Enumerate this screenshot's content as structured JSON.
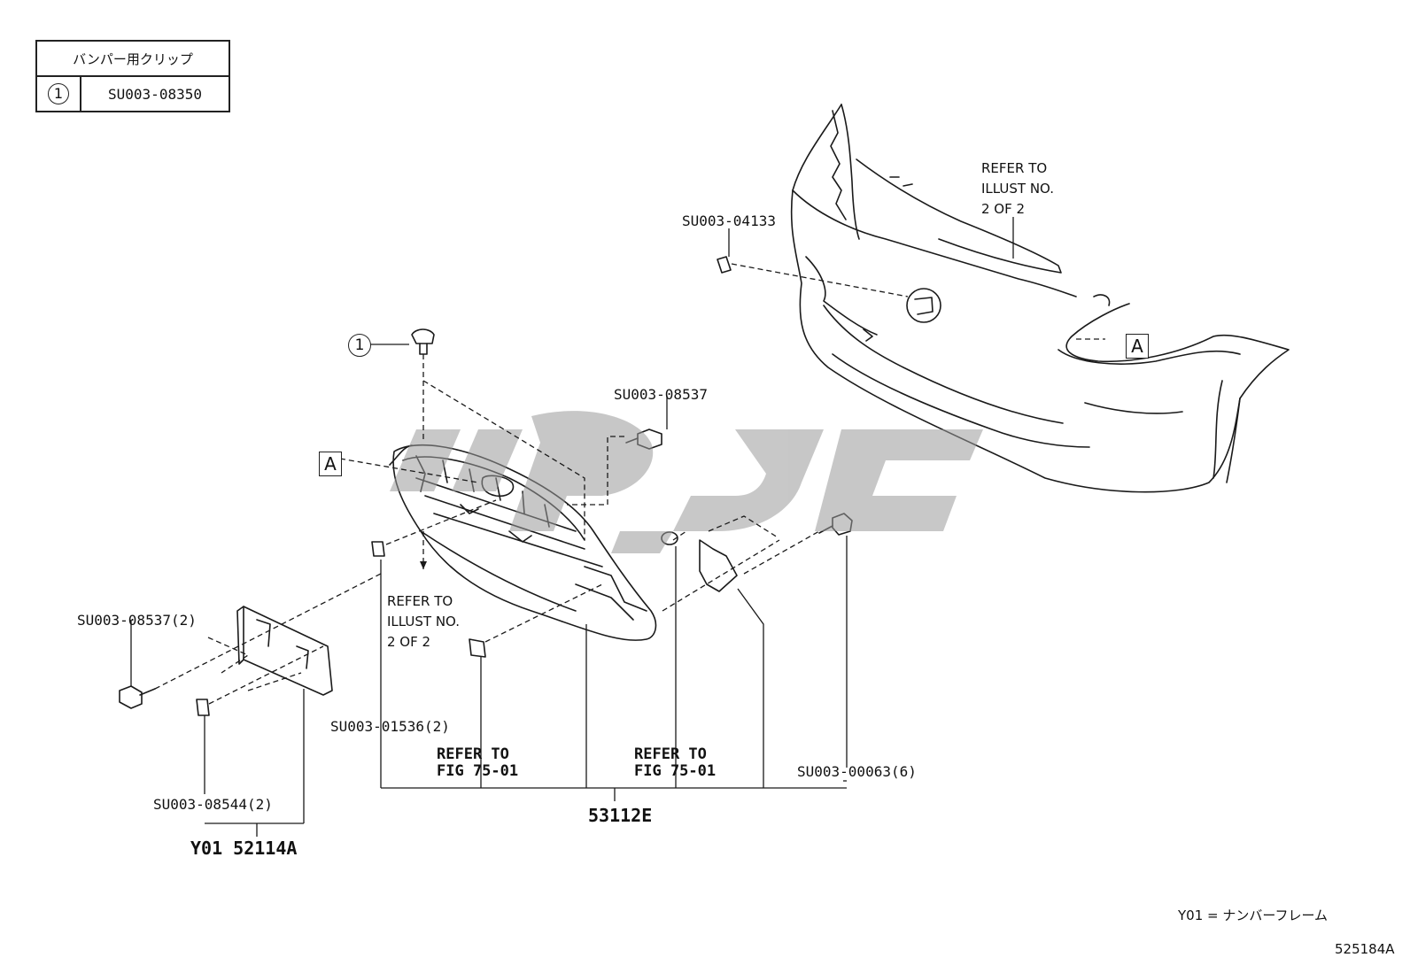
{
  "legend": {
    "header": "バンパー用クリップ",
    "rows": [
      {
        "symbol": "1",
        "part": "SU003-08350"
      }
    ]
  },
  "callouts": {
    "clip_symbol": "1",
    "box_a": "A",
    "su_04133": "SU003-04133",
    "refer_bumper": "REFER TO\nILLUST NO.\n2 OF 2",
    "su_08537_top": "SU003-08537",
    "refer_grille": "REFER TO\nILLUST NO.\n2 OF 2",
    "su_08537_2": "SU003-08537(2)",
    "su_01536_2": "SU003-01536(2)",
    "refer_fig_left": "REFER TO\nFIG 75-01",
    "refer_fig_right": "REFER TO\nFIG 75-01",
    "su_00063_6": "SU003-00063(6)",
    "su_08544_2": "SU003-08544(2)",
    "assy_53112e": "53112E",
    "assy_52114a": "Y01 52114A"
  },
  "footer": {
    "note": "Y01 = ナンバーフレーム",
    "illustration_no": "525184A"
  }
}
